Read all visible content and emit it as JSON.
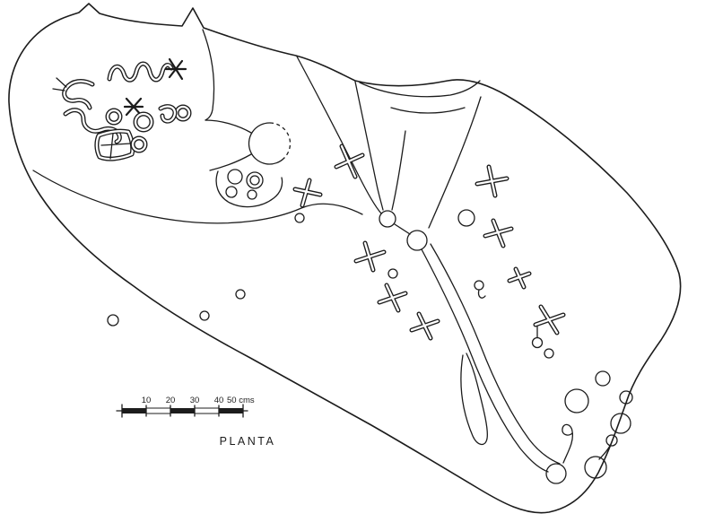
{
  "caption": "PLANTA",
  "scale_bar": {
    "ticks": [
      "10",
      "20",
      "30",
      "40"
    ],
    "end_label": "50 cms"
  },
  "colors": {
    "ink": "#1c1c1c",
    "paper": "#ffffff"
  },
  "diagram": {
    "type": "archaeological-plan",
    "motif_names": [
      "rock-outline",
      "fissures",
      "serpentiform",
      "crosses",
      "cupmarks",
      "rings",
      "quadrangle",
      "channels",
      "basins"
    ]
  }
}
